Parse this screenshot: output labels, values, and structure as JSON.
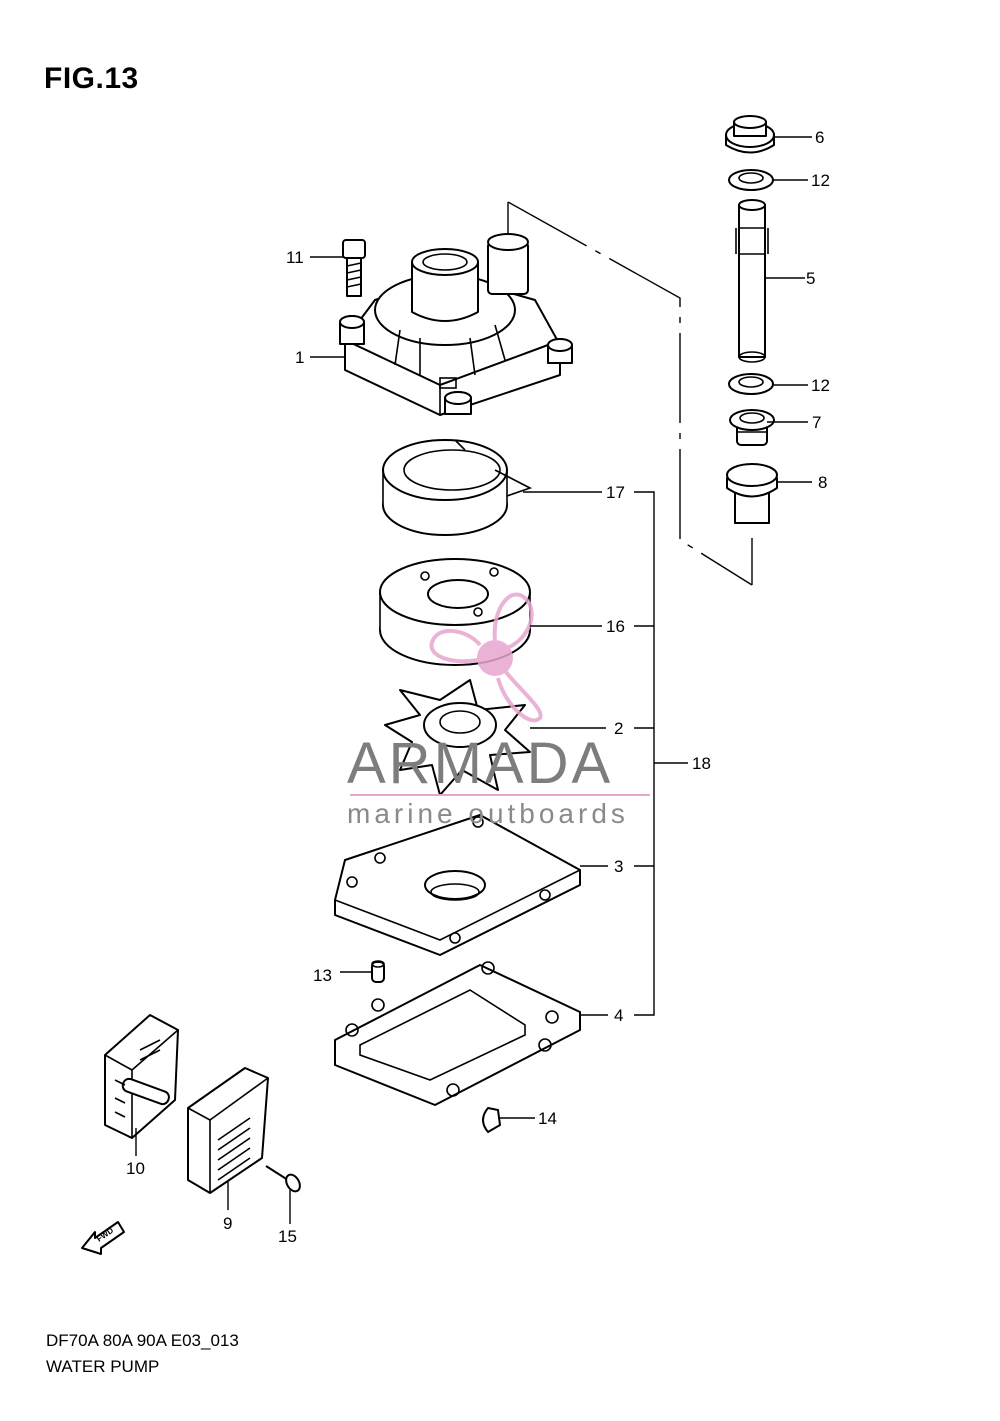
{
  "figure": {
    "title": "FIG.13",
    "model_code": "DF70A 80A 90A E03_013",
    "caption": "WATER PUMP",
    "fwd_label": "FWD"
  },
  "watermark": {
    "brand": "ARMADA",
    "tagline": "marine outboards",
    "logo_color": "#e7a6cf",
    "text_color": "#808080"
  },
  "callouts": {
    "p1": "1",
    "p2": "2",
    "p3": "3",
    "p4": "4",
    "p5": "5",
    "p6": "6",
    "p7": "7",
    "p8": "8",
    "p9": "9",
    "p10": "10",
    "p11": "11",
    "p12a": "12",
    "p12b": "12",
    "p13": "13",
    "p14": "14",
    "p15": "15",
    "p16": "16",
    "p17": "17",
    "p18": "18"
  }
}
